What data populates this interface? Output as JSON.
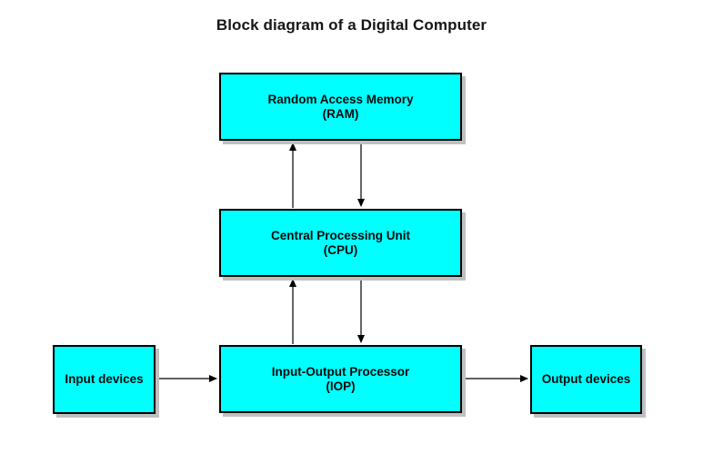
{
  "title": "Block diagram of a Digital Computer",
  "nodes": {
    "ram": {
      "line1": "Random Access Memory",
      "line2": "(RAM)"
    },
    "cpu": {
      "line1": "Central Processing Unit",
      "line2": "(CPU)"
    },
    "iop": {
      "line1": "Input-Output Processor",
      "line2": "(IOP)"
    },
    "input": {
      "label": "Input devices"
    },
    "output": {
      "label": "Output devices"
    }
  },
  "edges": [
    {
      "from": "cpu",
      "to": "ram",
      "direction": "up"
    },
    {
      "from": "ram",
      "to": "cpu",
      "direction": "down"
    },
    {
      "from": "iop",
      "to": "cpu",
      "direction": "up"
    },
    {
      "from": "cpu",
      "to": "iop",
      "direction": "down"
    },
    {
      "from": "input",
      "to": "iop",
      "direction": "right"
    },
    {
      "from": "iop",
      "to": "output",
      "direction": "right"
    }
  ],
  "colors": {
    "background": "#ffffff",
    "box_fill": "#00ffff",
    "box_border": "#000000",
    "box_shadow": "#c0c0c0",
    "arrow": "#000000",
    "title_text": "#161616"
  }
}
